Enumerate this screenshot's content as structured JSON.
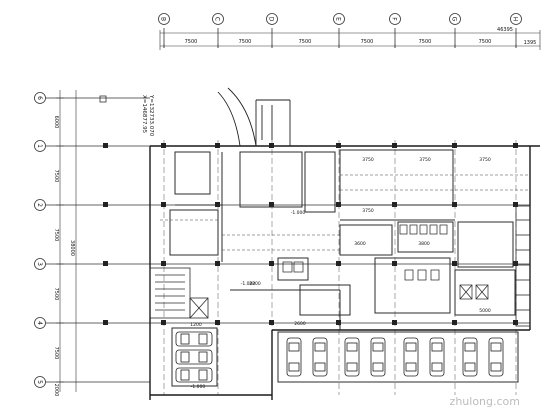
{
  "grid": {
    "column_labels": [
      "B",
      "C",
      "D",
      "E",
      "F",
      "G",
      "H"
    ],
    "row_labels": [
      "6",
      "1",
      "2",
      "3",
      "4",
      "5"
    ],
    "column_spacings": [
      "7500",
      "7500",
      "7500",
      "7500",
      "7500",
      "7500"
    ],
    "total_width": "46395",
    "edge_dimension": "1395",
    "row_spacings": [
      "6000",
      "7500",
      "7500",
      "7500",
      "7500",
      "2000"
    ],
    "total_height": "38000"
  },
  "coordinates": {
    "x": "X=146877.95",
    "y": "Y=132733.070"
  },
  "labels": {
    "watermark": "zhulong.com",
    "dim_3750_a": "3750",
    "dim_3750_b": "3750",
    "dim_3750_c": "3750",
    "dim_3750_d": "3750",
    "dim_2600": "2600",
    "dim_3600": "3600",
    "dim_3800": "3800",
    "dim_5000": "5000",
    "dim_2200": "2200",
    "dim_1200": "1200",
    "level_a": "-1.000",
    "level_b": "-1.000",
    "level_c": "-1.000"
  },
  "colors": {
    "line": "#1a1a1a",
    "wall": "#2b2b2b",
    "axis": "#333333",
    "watermark": "#bdbdbd"
  }
}
